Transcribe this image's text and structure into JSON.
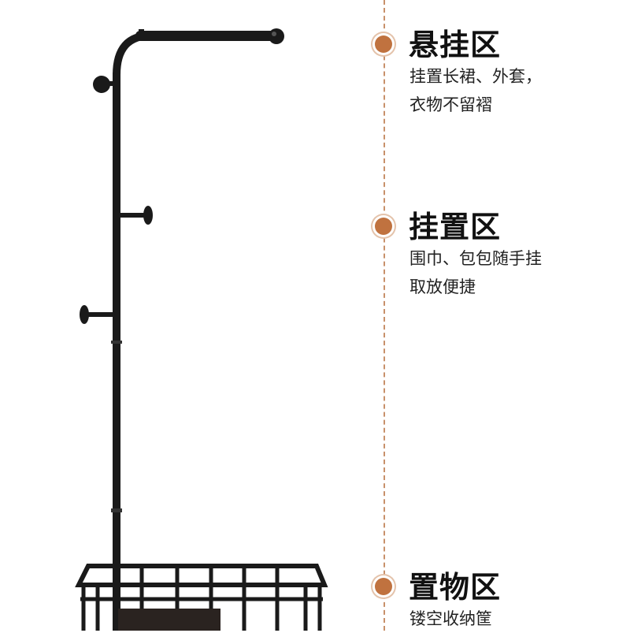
{
  "features": [
    {
      "title": "悬挂区",
      "lines": [
        "挂置长裙、外套，",
        "衣物不留褶"
      ]
    },
    {
      "title": "挂置区",
      "lines": [
        "围巾、包包随手挂",
        "取放便捷"
      ]
    },
    {
      "title": "置物区",
      "lines": [
        "镂空收纳筐"
      ]
    }
  ],
  "colors": {
    "accent": "#c0723f",
    "divider": "#c8906a",
    "rack": "#1a1a1a",
    "title": "#111111",
    "text": "#222222"
  },
  "icons": [
    "bullet-dot-icon"
  ]
}
